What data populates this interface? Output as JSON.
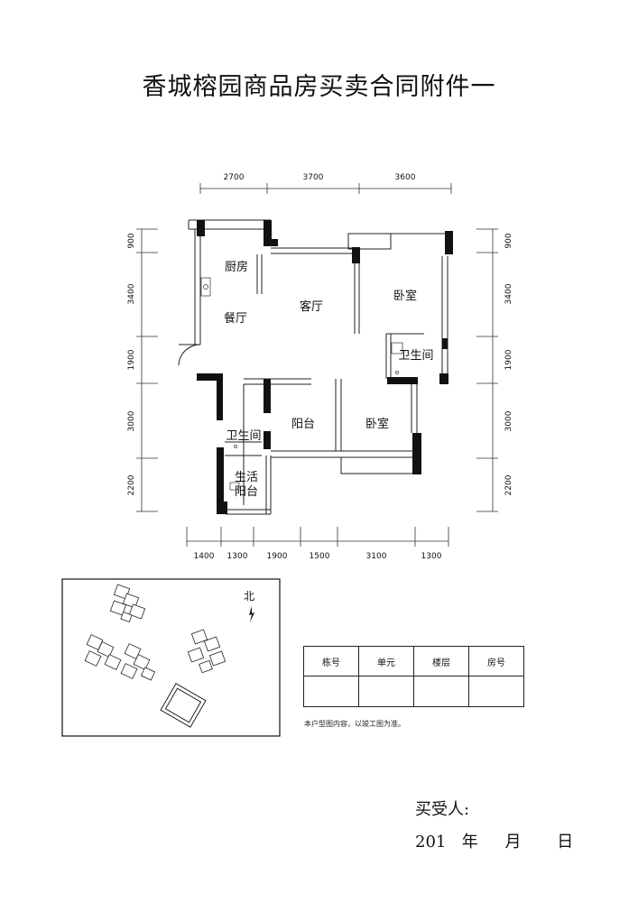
{
  "document": {
    "title": "香城榕园商品房买卖合同附件一"
  },
  "dimensions": {
    "top": [
      "2700",
      "3700",
      "3600"
    ],
    "bottom": [
      "1400",
      "1300",
      "1900",
      "1500",
      "3100",
      "1300"
    ],
    "left": [
      "900",
      "3400",
      "1900",
      "3000",
      "2200"
    ],
    "right": [
      "900",
      "3400",
      "1900",
      "3000",
      "2200"
    ]
  },
  "rooms": {
    "kitchen": "厨房",
    "dining": "餐厅",
    "living": "客厅",
    "bedroom_north": "卧室",
    "bath_east": "卫生间",
    "bath_west": "卫生间",
    "balcony": "阳台",
    "bedroom_south": "卧室",
    "utility_line1": "生活",
    "utility_line2": "阳台"
  },
  "site_plan": {
    "north_label": "北"
  },
  "unit_table": {
    "headers": [
      "栋号",
      "单元",
      "楼层",
      "房号"
    ],
    "values": [
      "",
      "",
      "",
      ""
    ],
    "note": "本户型图内容，以竣工图为准。"
  },
  "signature": {
    "buyer_label": "买受人:",
    "year": "201",
    "year_unit": "年",
    "month_unit": "月",
    "day_unit": "日"
  }
}
